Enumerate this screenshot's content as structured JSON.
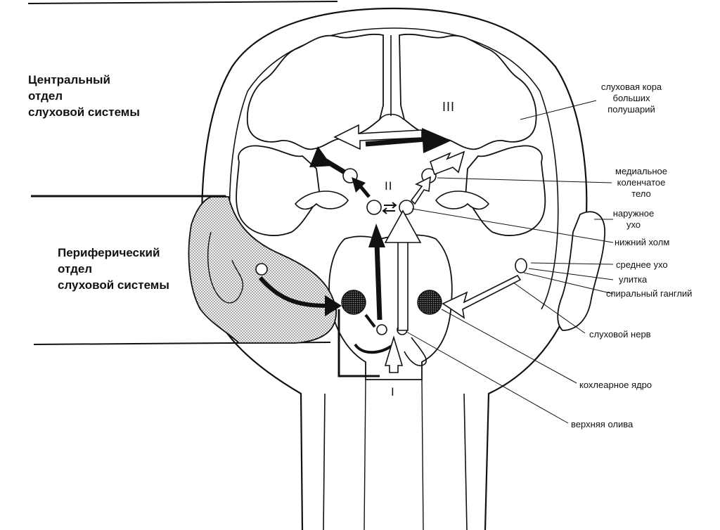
{
  "titles": {
    "central": "Центральный\nотдел\nслуховой системы",
    "peripheral": "Периферический\nотдел\nслуховой системы"
  },
  "labels": {
    "auditory_cortex": "слуховая кора\nбольших\nполушарий",
    "medial_geniculate": "медиальное\nколенчатое\nтело",
    "outer_ear": "наружное\nухо",
    "inferior_colliculus": "нижний холм",
    "middle_ear": "среднее ухо",
    "cochlea": "улитка",
    "spiral_ganglion": "спиральный ганглий",
    "auditory_nerve": "слуховой нерв",
    "cochlear_nucleus": "кохлеарное ядро",
    "superior_olive": "верхняя олива"
  },
  "levels": {
    "one": "I",
    "two": "II",
    "three": "III"
  },
  "colors": {
    "line": "#111111",
    "background": "#ffffff",
    "shading": "#888888"
  }
}
